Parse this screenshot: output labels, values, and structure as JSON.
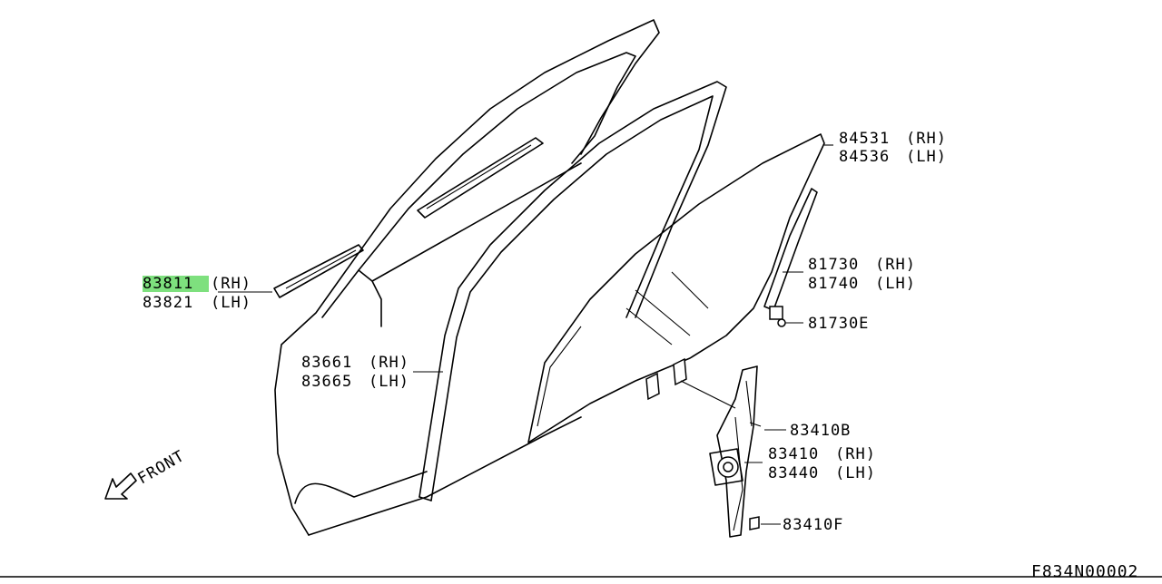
{
  "diagram_id": "F834N00002",
  "direction_label": "FRONT",
  "highlight_color": "#7ee07e",
  "callouts": {
    "rear_glass": {
      "num1": "84531",
      "side1": "(RH)",
      "num2": "84536",
      "side2": "(LH)"
    },
    "glass_run": {
      "num1": "81730",
      "side1": "(RH)",
      "num2": "81740",
      "side2": "(LH)"
    },
    "clip": {
      "num": "81730E"
    },
    "weatherstrip": {
      "num1": "83811",
      "side1": "(RH)",
      "num2": "83821",
      "side2": "(LH)"
    },
    "sash_seal": {
      "num1": "83661",
      "side1": "(RH)",
      "num2": "83665",
      "side2": "(LH)"
    },
    "regulator_bolt": {
      "num": "83410B"
    },
    "regulator": {
      "num1": "83410",
      "side1": "(RH)",
      "num2": "83440",
      "side2": "(LH)"
    },
    "regulator_nut": {
      "num": "83410F"
    }
  }
}
